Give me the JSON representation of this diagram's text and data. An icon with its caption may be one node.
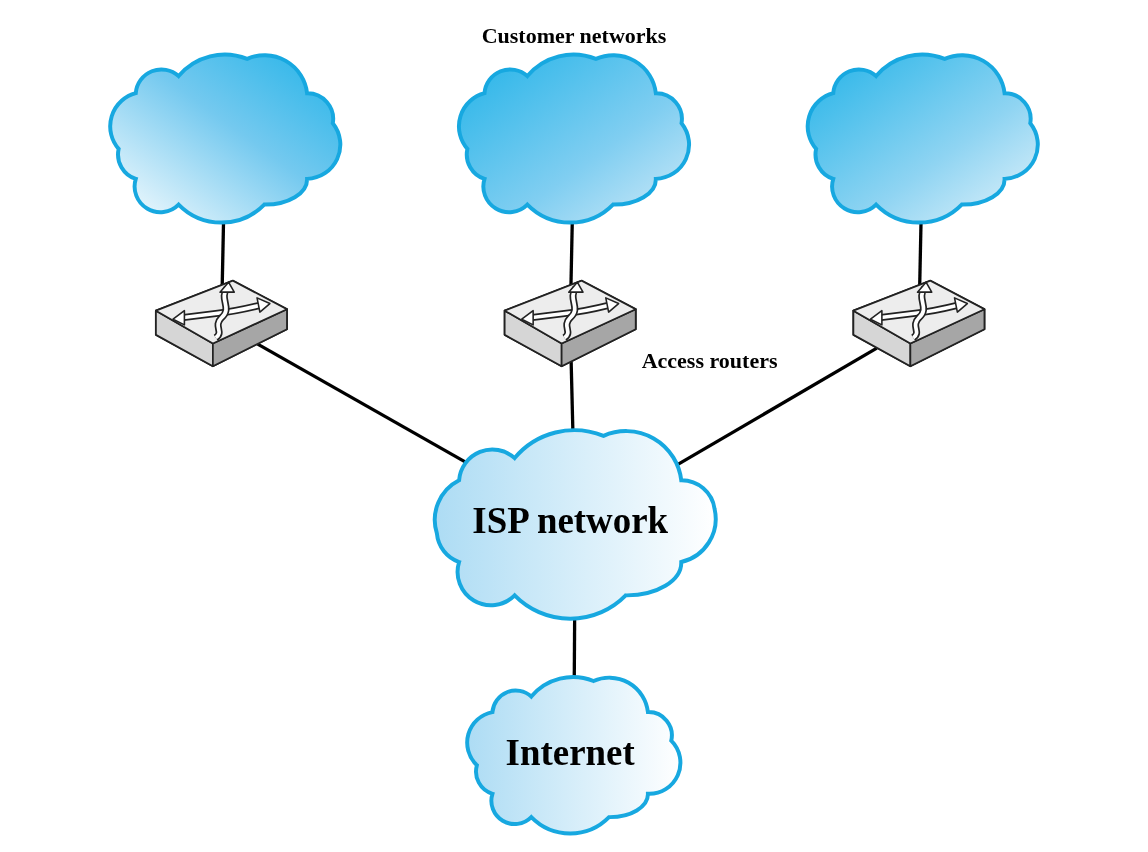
{
  "diagram": {
    "nodes": [
      {
        "text": [],
        "shape": "cloud"
      },
      {
        "text": [],
        "shape": "cloud"
      },
      {
        "text": [],
        "shape": "cloud"
      },
      {
        "text": [],
        "shape": "picture"
      },
      {
        "text": [],
        "shape": "picture"
      },
      {
        "text": [],
        "shape": "picture"
      },
      {
        "text": [
          "ISP network"
        ]
      },
      {
        "text": [
          "Internet"
        ]
      }
    ],
    "edges": [
      {
        "from": 0,
        "to": 3,
        "arrow": "none"
      },
      {
        "from": 1,
        "to": 4,
        "arrow": "none"
      },
      {
        "from": 2,
        "to": 5,
        "arrow": "none"
      },
      {
        "from": 3,
        "to": 6,
        "arrow": "none"
      },
      {
        "from": 4,
        "to": 6,
        "arrow": "none"
      },
      {
        "from": 5,
        "to": 6,
        "arrow": "none"
      },
      {
        "from": 6,
        "to": 7,
        "arrow": "none"
      }
    ],
    "labels": [
      "Customer networks",
      "Access routers"
    ]
  }
}
